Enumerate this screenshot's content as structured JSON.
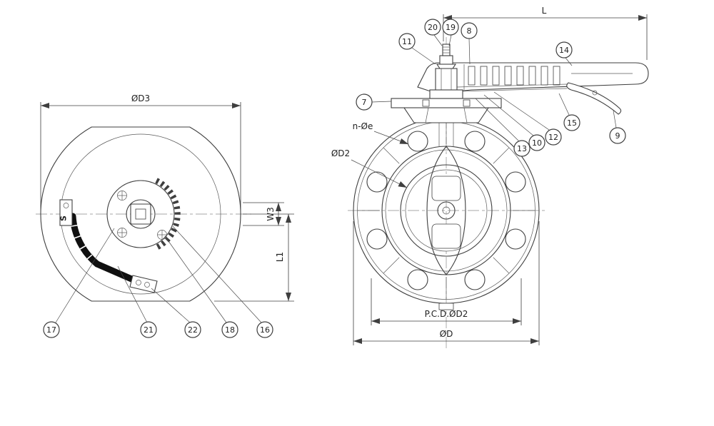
{
  "drawing": {
    "type": "technical-drawing",
    "subject": "butterfly-valve-with-lever-handle",
    "colors": {
      "line": "#3f3f3f",
      "handle": "#101010",
      "background": "#ffffff"
    },
    "left_view": {
      "dim_d3": "ØD3",
      "dim_w3": "W3",
      "dim_l1": "L1",
      "label_s": "S",
      "balloons": [
        "17",
        "21",
        "22",
        "18",
        "16"
      ]
    },
    "right_view": {
      "dim_l": "L",
      "label_noe": "n-Øe",
      "label_d2": "ØD2",
      "dim_pcd": "P.C.D.ØD2",
      "dim_d": "ØD",
      "balloons": [
        "11",
        "20",
        "19",
        "8",
        "14",
        "7",
        "13",
        "10",
        "12",
        "15",
        "9"
      ]
    }
  }
}
